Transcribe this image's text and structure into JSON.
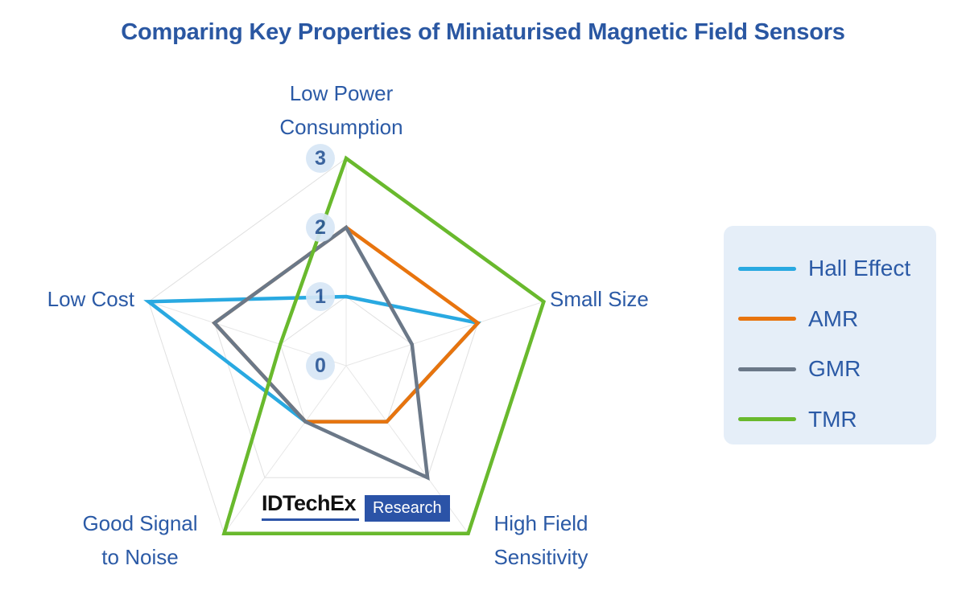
{
  "title": "Comparing Key Properties of Miniaturised Magnetic Field Sensors",
  "colors": {
    "title_text": "#2A57A2",
    "axis_text": "#2B5AA6",
    "tick_text": "#2B5797",
    "tick_circle_fill": "#D7E7F6",
    "grid_line": "#E0E0E0",
    "spoke_line": "#E7E7E7",
    "legend_background": "#E5EEF8",
    "hall_effect": "#29A9E1",
    "amr": "#E8740E",
    "gmr": "#6B7888",
    "tmr": "#69B92D",
    "logo_blue": "#2B53A7"
  },
  "chart_data": {
    "type": "radar",
    "categories": [
      "Low Power Consumption",
      "Small Size",
      "High Field Sensitivity",
      "Good Signal to Noise",
      "Low Cost"
    ],
    "category_lines": [
      [
        "Low Power",
        "Consumption"
      ],
      [
        "Small Size"
      ],
      [
        "High Field",
        "Sensitivity"
      ],
      [
        "Good Signal",
        "to Noise"
      ],
      [
        "Low Cost"
      ]
    ],
    "ticks": [
      0,
      1,
      2,
      3
    ],
    "axis_range": [
      0,
      3
    ],
    "grid": true,
    "legend_position": "right",
    "series": [
      {
        "name": "Hall Effect",
        "color": "#29A9E1",
        "values": [
          1,
          2,
          1,
          1,
          3
        ]
      },
      {
        "name": "AMR",
        "color": "#E8740E",
        "values": [
          2,
          2,
          1,
          1,
          2
        ]
      },
      {
        "name": "GMR",
        "color": "#6B7888",
        "values": [
          2,
          1,
          2,
          1,
          2
        ]
      },
      {
        "name": "TMR",
        "color": "#69B92D",
        "values": [
          3,
          3,
          3,
          3,
          1
        ]
      }
    ]
  },
  "logo": {
    "brand": "IDTechEx",
    "division": "Research"
  }
}
